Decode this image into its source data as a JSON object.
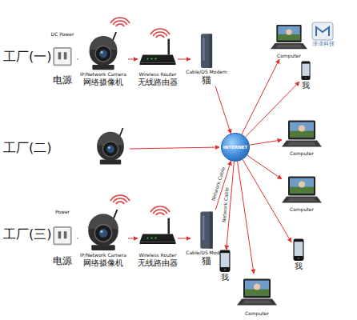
{
  "diagram": {
    "nodes": [
      {
        "text": [
          "DC Power",
          "电源"
        ]
      },
      {
        "text": [
          "IP/Network Camera",
          "网络摄像机"
        ]
      },
      {
        "text": [
          "Wireless Router",
          "无线路由器"
        ]
      },
      {
        "text": [
          "Cable/DS Modem",
          "猫"
        ]
      },
      {
        "text": [
          "Computer"
        ]
      },
      {
        "text": [
          "我"
        ]
      },
      {
        "text": [
          "INTERNET"
        ]
      },
      {
        "text": [
          "Computer"
        ]
      },
      {
        "text": [
          "Computer"
        ]
      },
      {
        "text": [
          "Power",
          "电源"
        ]
      },
      {
        "text": [
          "IP/Network Camera",
          "网络摄像机"
        ]
      },
      {
        "text": [
          "Wireless Router",
          "无线路由器"
        ]
      },
      {
        "text": [
          "Cable/DS Modem",
          "猫"
        ]
      },
      {
        "text": [
          "我"
        ]
      },
      {
        "text": [
          "我"
        ]
      },
      {
        "text": [
          "Computer"
        ]
      }
    ],
    "edges": [
      {
        "from": 0,
        "to": 1,
        "arrow": "none"
      },
      {
        "from": 1,
        "to": 2,
        "arrow": "to"
      },
      {
        "from": 2,
        "to": 3,
        "arrow": "to"
      },
      {
        "from": 3,
        "to": 6,
        "arrow": "to"
      },
      {
        "from": 6,
        "to": 4,
        "arrow": "to"
      },
      {
        "from": 6,
        "to": 5,
        "arrow": "to"
      },
      {
        "from": 6,
        "to": 7,
        "arrow": "to"
      },
      {
        "from": 6,
        "to": 8,
        "arrow": "to"
      },
      {
        "from": 9,
        "to": 10,
        "arrow": "none"
      },
      {
        "from": 10,
        "to": 11,
        "arrow": "to"
      },
      {
        "from": 11,
        "to": 12,
        "arrow": "to"
      },
      {
        "from": 12,
        "to": 6,
        "label": "Network Cable",
        "arrow": "to"
      },
      {
        "from": 6,
        "to": 14,
        "label": "Network Cable",
        "arrow": "to"
      },
      {
        "from": 6,
        "to": 15,
        "arrow": "to"
      },
      {
        "from": 6,
        "to": 13,
        "arrow": "to"
      }
    ],
    "labels": [
      "工厂(一)",
      "工厂(二)",
      "工厂(三)",
      "泽泽科技"
    ]
  }
}
